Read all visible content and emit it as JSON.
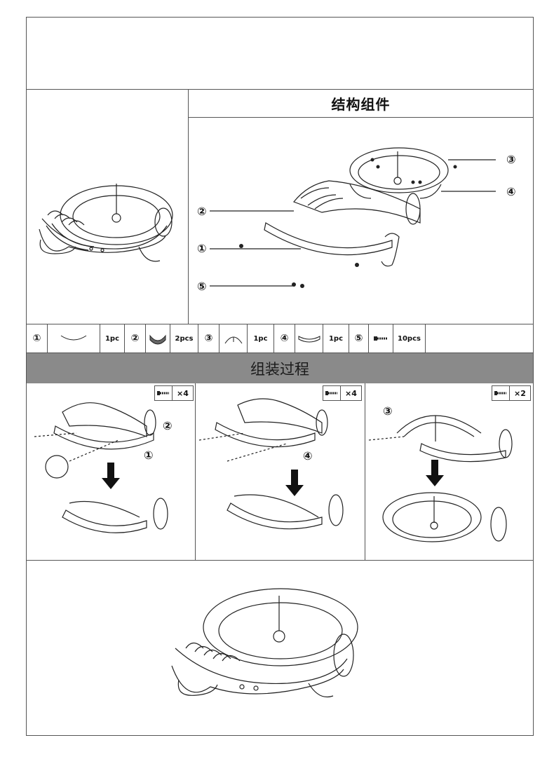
{
  "sections": {
    "components_title": "结构组件",
    "assembly_title": "组装过程"
  },
  "callouts": {
    "part1": "①",
    "part2": "②",
    "part3": "③",
    "part4": "④",
    "part5": "⑤"
  },
  "parts_list": [
    {
      "num": "①",
      "qty": "1pc"
    },
    {
      "num": "②",
      "qty": "2pcs"
    },
    {
      "num": "③",
      "qty": "1pc"
    },
    {
      "num": "④",
      "qty": "1pc"
    },
    {
      "num": "⑤",
      "qty": "10pcs"
    }
  ],
  "steps": [
    {
      "screw_count": "×4",
      "labels": [
        "②",
        "①"
      ]
    },
    {
      "screw_count": "×4",
      "labels": [
        "④"
      ]
    },
    {
      "screw_count": "×2",
      "labels": [
        "③"
      ]
    }
  ],
  "colors": {
    "line": "#555555",
    "band": "#8a8a8a",
    "ink": "#222222"
  }
}
